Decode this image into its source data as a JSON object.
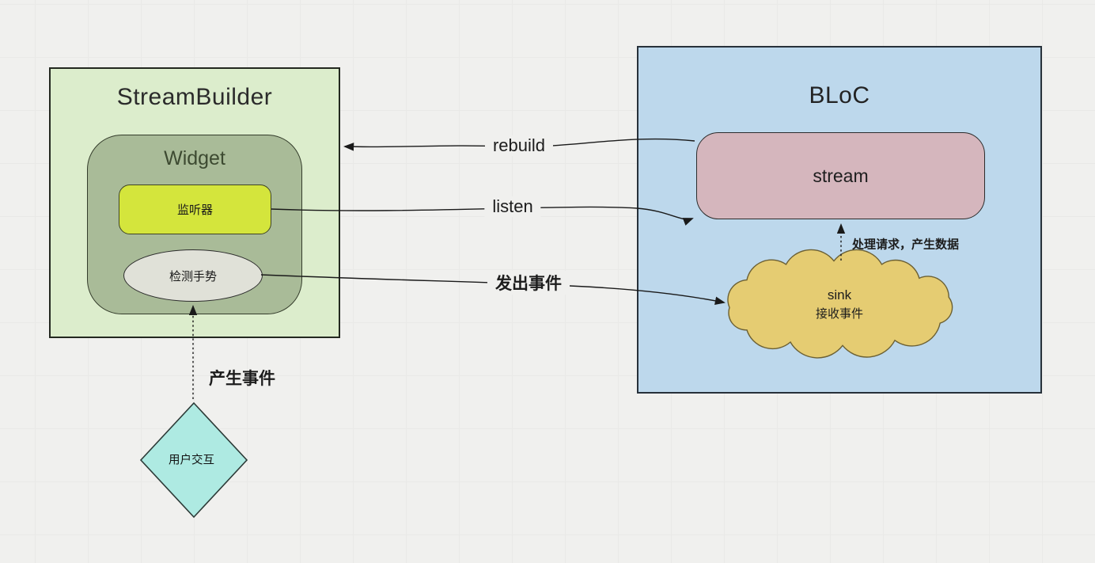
{
  "diagram": {
    "stream_builder": {
      "title": "StreamBuilder",
      "widget_title": "Widget",
      "listener_label": "监听器",
      "gesture_label": "检测手势"
    },
    "bloc": {
      "title": "BLoC",
      "stream_label": "stream",
      "sink_title": "sink",
      "sink_subtitle": "接收事件"
    },
    "user_interaction_label": "用户交互",
    "arrow_labels": {
      "rebuild": "rebuild",
      "listen": "listen",
      "emit_event": "发出事件",
      "process_request": "处理请求，产生数据",
      "generate_event": "产生事件"
    },
    "colors": {
      "canvas_bg": "#f0f0ee",
      "grid_line": "#e9e9e7",
      "streambuilder_fill": "#dcedcc",
      "widget_fill": "#a9bb98",
      "listener_fill": "#d4e53c",
      "gesture_fill": "#e0e1d8",
      "bloc_fill": "#bdd8ec",
      "stream_fill": "#d5b6bd",
      "sink_cloud_fill": "#e5cc72",
      "sink_cloud_stroke": "#6b6034",
      "user_interaction_fill": "#aeeae2",
      "connector": "#1a1a1a"
    }
  }
}
